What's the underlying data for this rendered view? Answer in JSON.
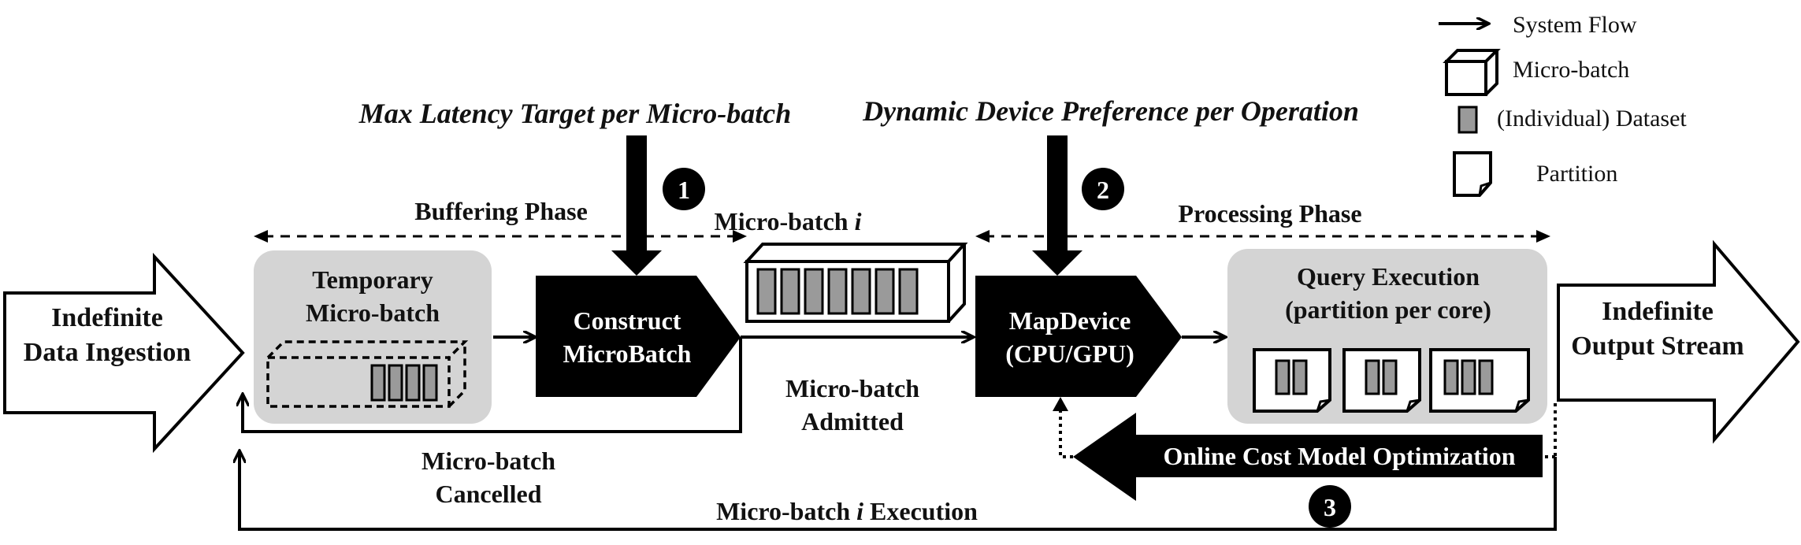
{
  "legend": {
    "system_flow": "System Flow",
    "micro_batch": "Micro-batch",
    "dataset": "(Individual) Dataset",
    "partition": "Partition"
  },
  "annotations": {
    "max_latency": "Max Latency Target per Micro-batch",
    "device_pref": "Dynamic Device Preference per Operation"
  },
  "phases": {
    "buffering": "Buffering Phase",
    "processing": "Processing Phase"
  },
  "badges": {
    "one": "1",
    "two": "2",
    "three": "3"
  },
  "nodes": {
    "ingestion": {
      "line1": "Indefinite",
      "line2": "Data Ingestion"
    },
    "temporary": {
      "line1": "Temporary",
      "line2": "Micro-batch"
    },
    "construct": {
      "line1": "Construct",
      "line2": "MicroBatch"
    },
    "microbatch_i": {
      "prefix": "Micro-batch ",
      "var": "i"
    },
    "mapdevice": {
      "line1": "MapDevice",
      "line2": "(CPU/GPU)"
    },
    "query": {
      "line1": "Query Execution",
      "line2": "(partition per core)"
    },
    "output": {
      "line1": "Indefinite",
      "line2": "Output Stream"
    },
    "cost_model": "Online Cost Model Optimization"
  },
  "edge_labels": {
    "admitted_line1": "Micro-batch",
    "admitted_line2": "Admitted",
    "cancelled_line1": "Micro-batch",
    "cancelled_line2": "Cancelled",
    "execution_prefix": "Micro-batch ",
    "execution_var": "i",
    "execution_suffix": " Execution"
  },
  "colors": {
    "black_node": "#000000",
    "gray_panel": "#d4d4d4",
    "dataset_fill": "#9a9a9a"
  }
}
